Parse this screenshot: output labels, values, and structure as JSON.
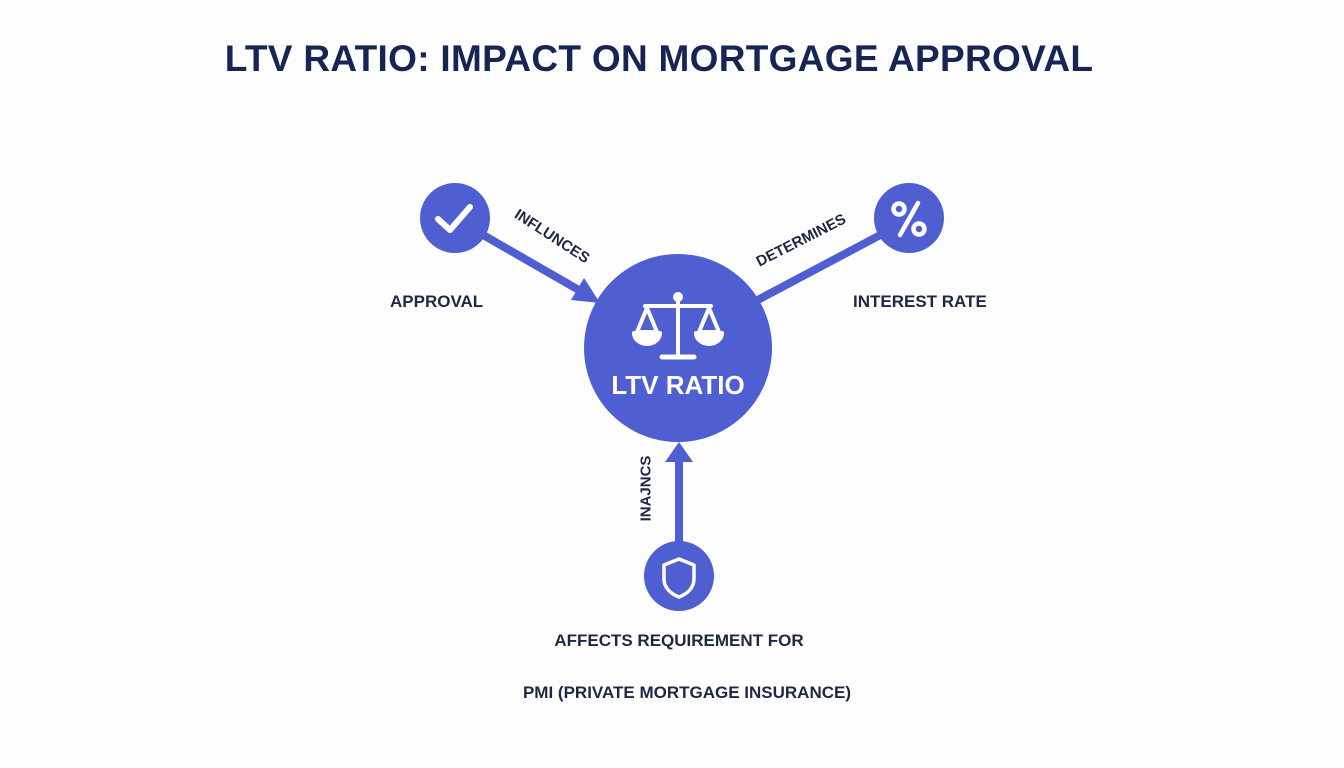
{
  "title": "LTV RATIO: IMPACT ON MORTGAGE APPROVAL",
  "colors": {
    "node_fill": "#4f5fd2",
    "text_dark": "#1e2844",
    "title": "#172554",
    "background": "#fdfdfe"
  },
  "center_node": {
    "label": "LTV RATIO",
    "icon": "scales-icon"
  },
  "nodes": [
    {
      "id": "approval",
      "label": "APPROVAL",
      "icon": "checkmark-icon",
      "edge_label": "INFLUNCES",
      "edge_direction": "to-center"
    },
    {
      "id": "interest-rate",
      "label": "INTEREST RATE",
      "icon": "percent-icon",
      "edge_label": "DETERMINES",
      "edge_direction": "none"
    },
    {
      "id": "pmi",
      "label_line1": "AFFECTS REQUIREMENT FOR",
      "label_line2": "PMI (PRIVATE MORTGAGE INSURANCE)",
      "icon": "shield-icon",
      "edge_label": "INAJNCS",
      "edge_direction": "to-center"
    }
  ]
}
